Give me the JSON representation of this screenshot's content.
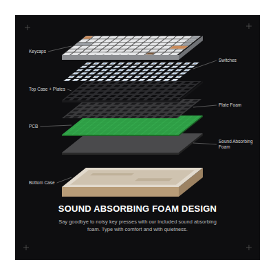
{
  "diagram": {
    "title": "SOUND ABSORBING FOAM DESIGN",
    "caption": "Say goodbye to noisy key presses with our included sound absorbing foam. Type with comfort and with quietness.",
    "labels": [
      "Keycaps",
      "Switches",
      "Top Case + Plates",
      "Plate Foam",
      "PCB",
      "Sound Absorbing Foam",
      "Bottom Case"
    ]
  }
}
